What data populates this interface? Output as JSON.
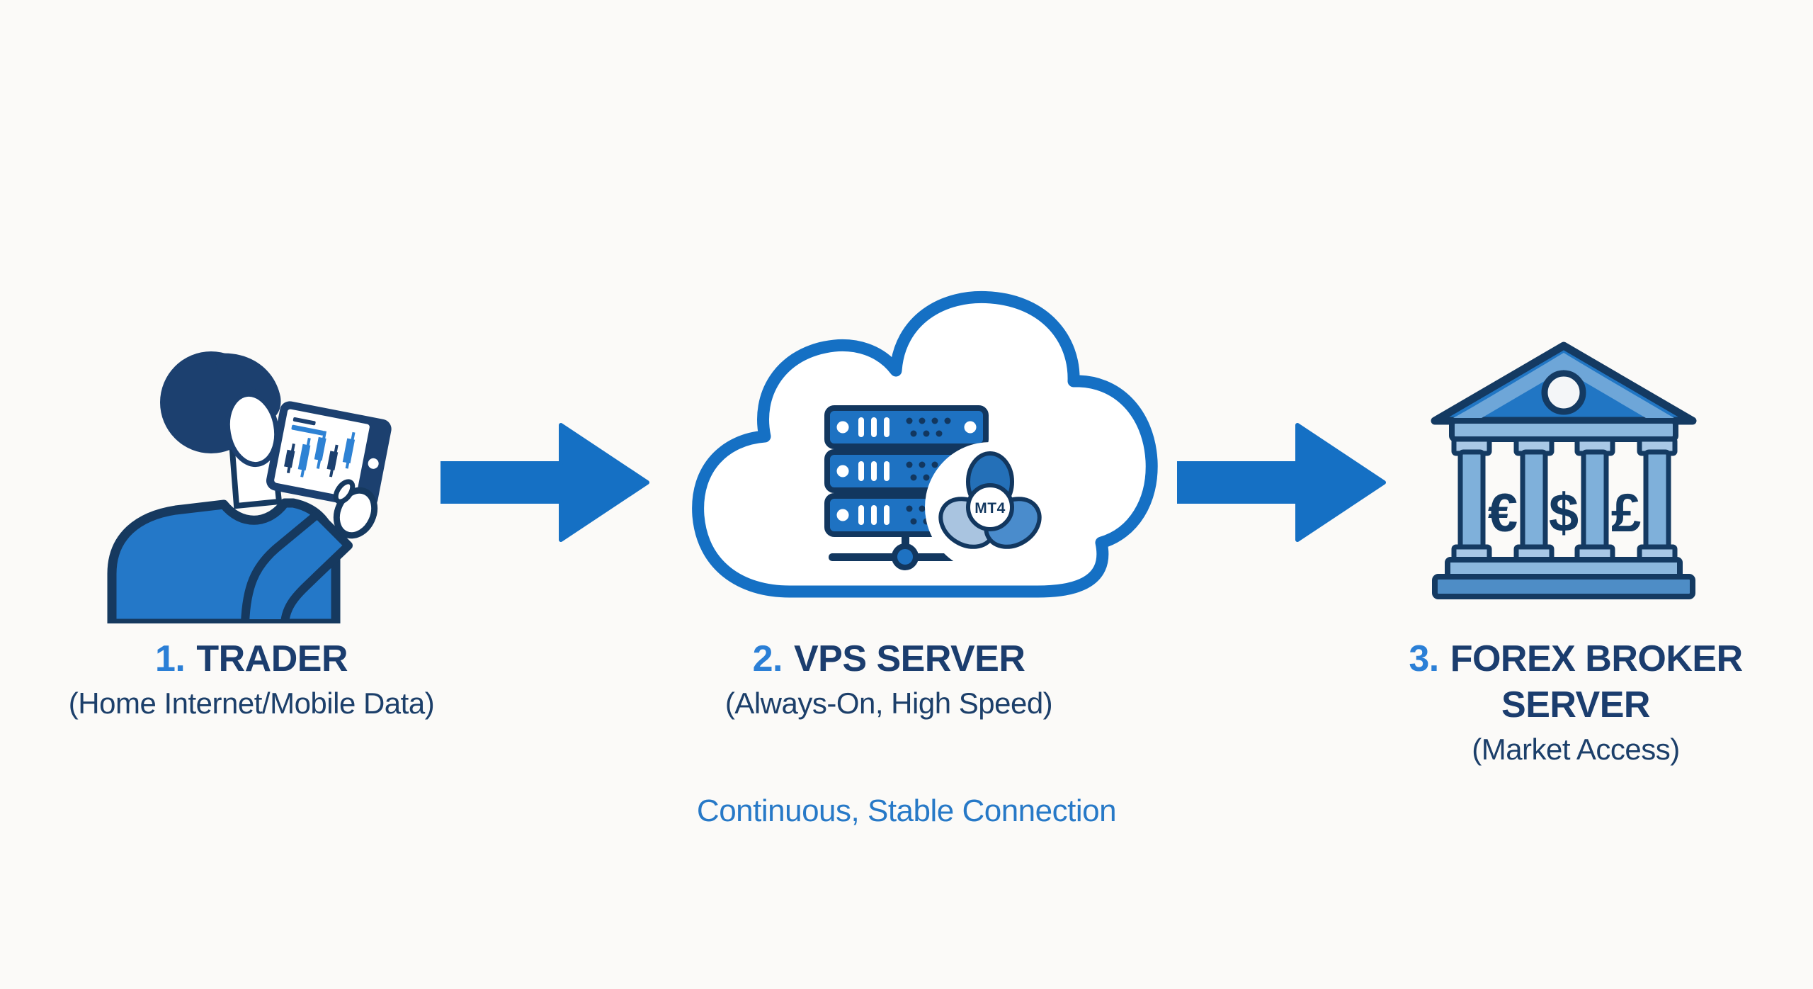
{
  "background": "#fbfaf8",
  "palette": {
    "arrow_blue": "#1570c4",
    "navy_outline": "#16395f",
    "title_navy": "#1b3d6e",
    "number_blue": "#2b7fd6",
    "caption_blue": "#2779c7",
    "icon_blue": "#2478c8",
    "server_blue": "#1e72c2",
    "light_blue": "#8cb8de",
    "column_blue": "#7fb0da",
    "white": "#ffffff"
  },
  "steps": [
    {
      "number": "1.",
      "title": "TRADER",
      "subtitle": "(Home Internet/Mobile Data)",
      "icon": "trader-with-tablet"
    },
    {
      "number": "2.",
      "title": "VPS SERVER",
      "subtitle": "(Always-On, High Speed)",
      "icon": "cloud-vps-server",
      "badge_label": "MT4"
    },
    {
      "number": "3.",
      "title": "FOREX BROKER SERVER",
      "subtitle": "(Market Access)",
      "icon": "bank-building",
      "currency_symbols": [
        "€",
        "$",
        "£"
      ]
    }
  ],
  "caption": "Continuous, Stable Connection"
}
